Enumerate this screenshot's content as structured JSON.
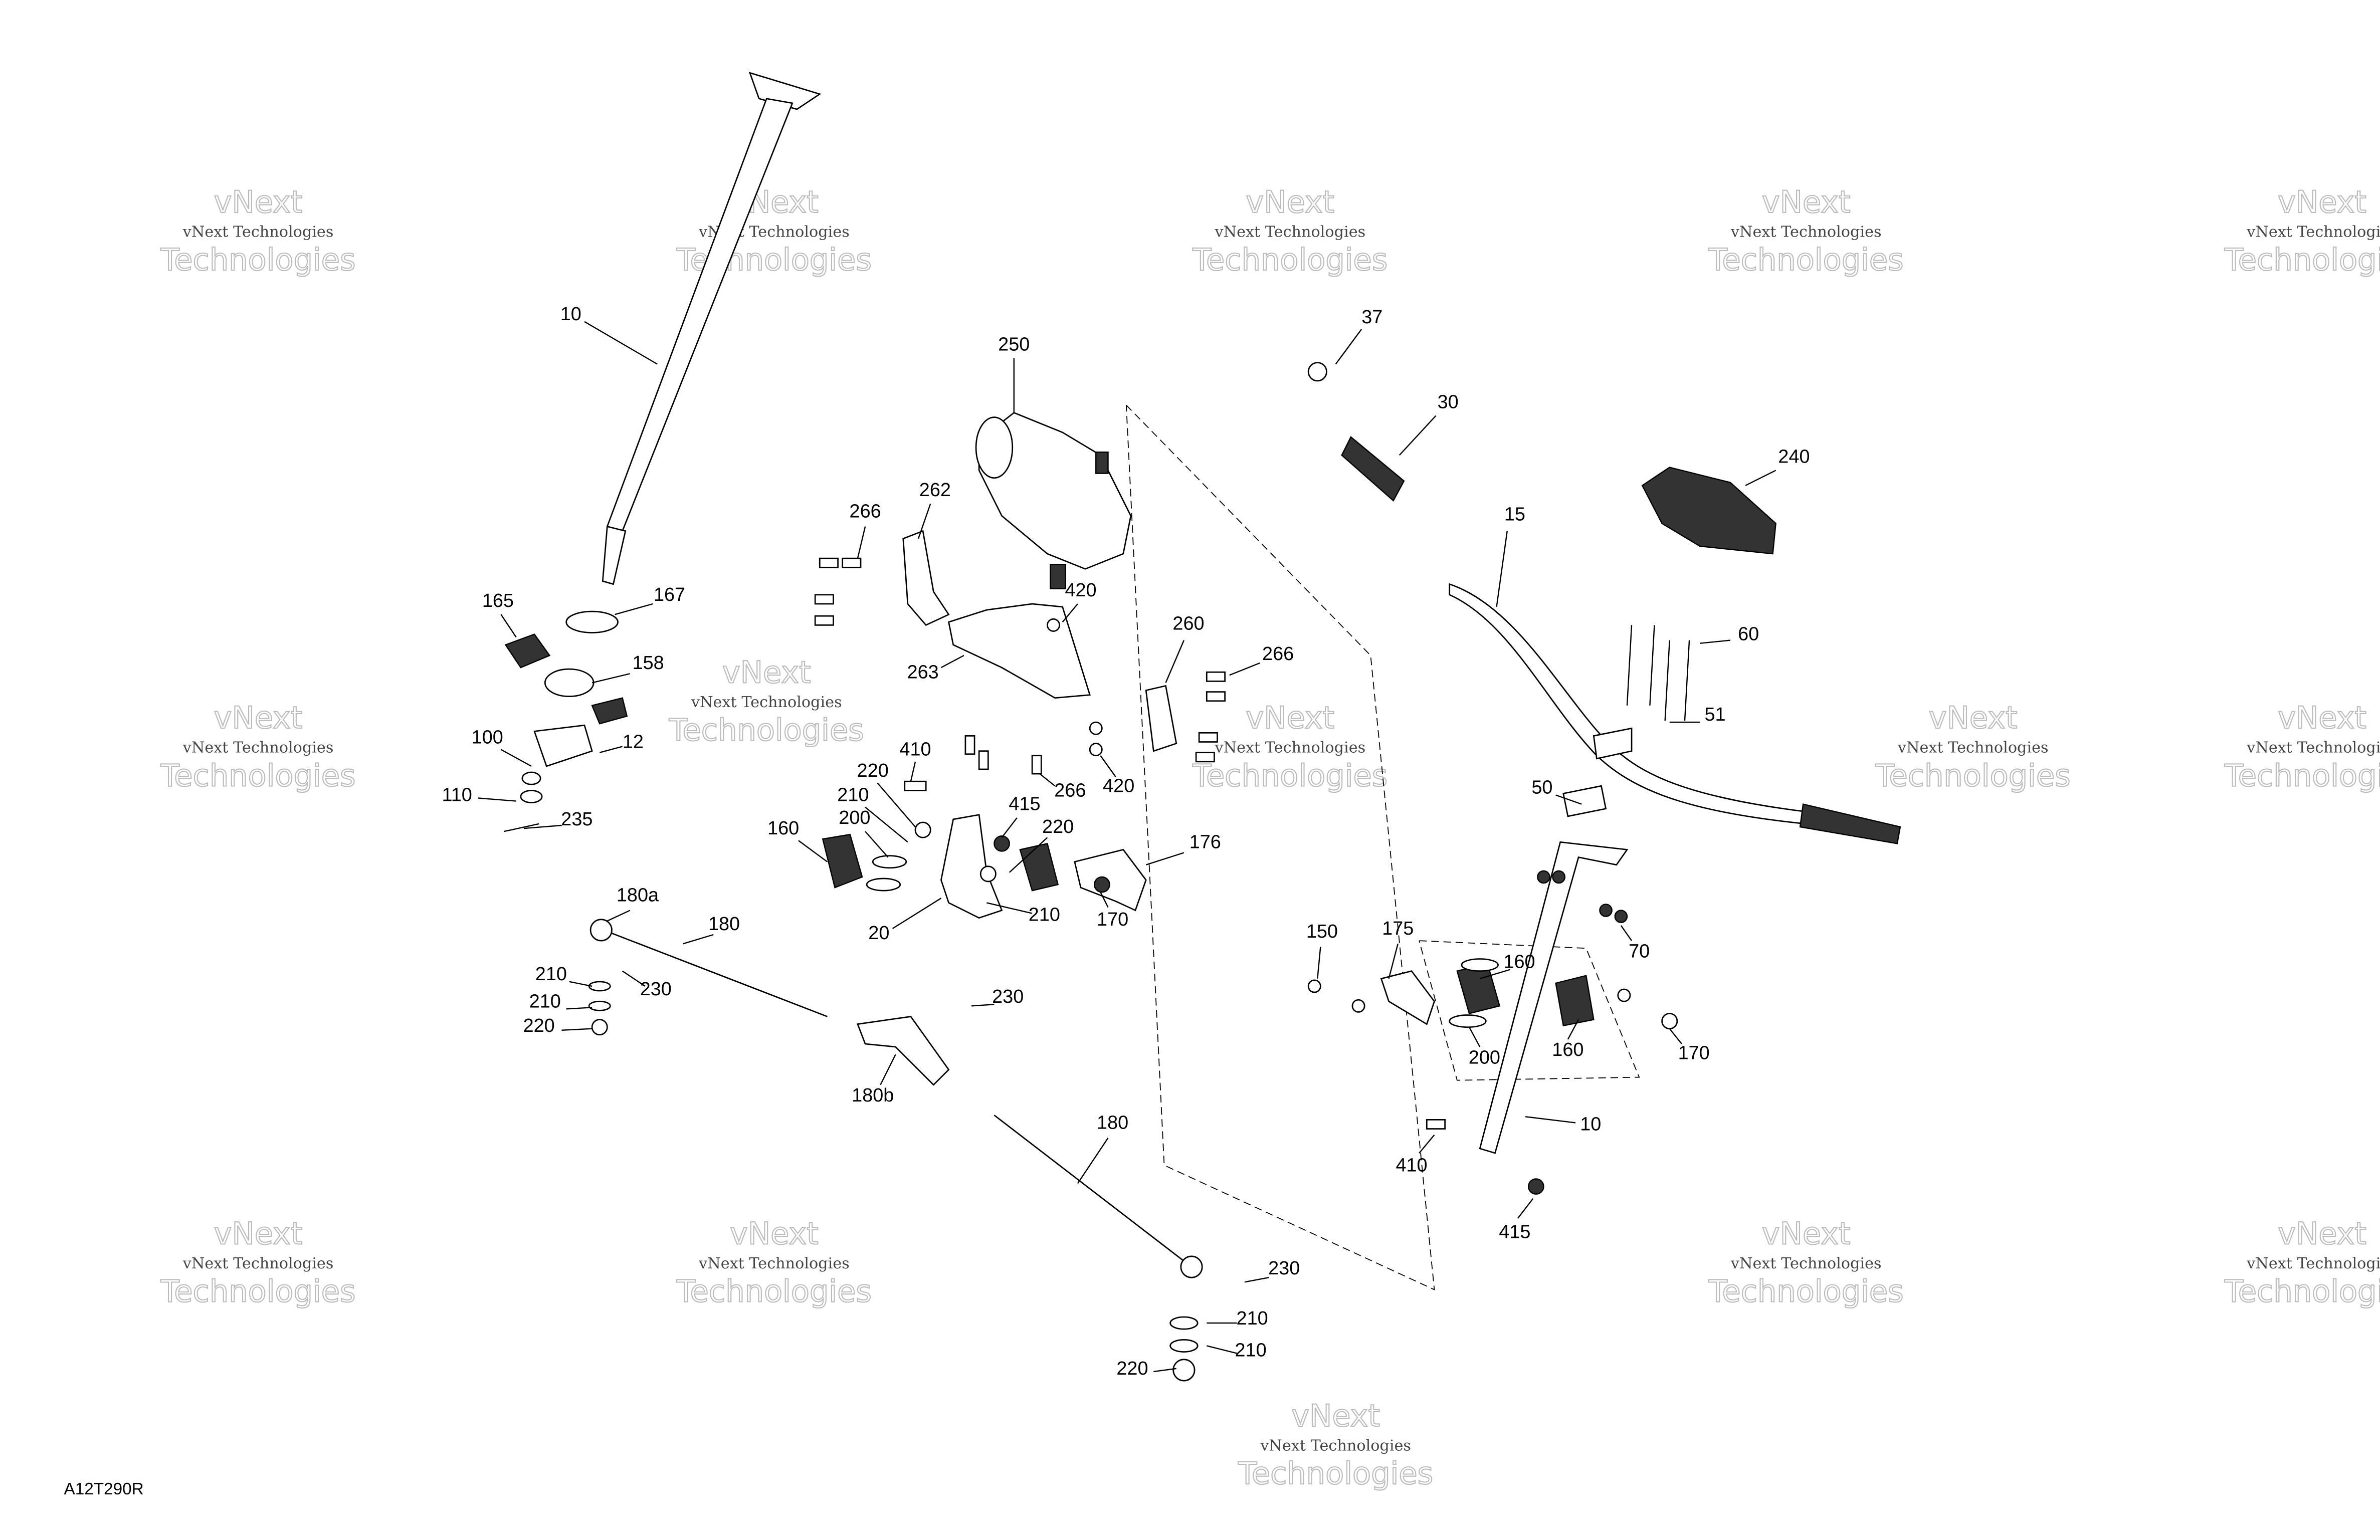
{
  "diagram": {
    "reference_code": "A12T290R",
    "watermark": {
      "line1": "vNext Technologies",
      "line2": "vNext",
      "line3": "Technologies"
    },
    "callouts": [
      "10",
      "250",
      "37",
      "30",
      "240",
      "15",
      "262",
      "266",
      "167",
      "420",
      "165",
      "158",
      "60",
      "260",
      "266",
      "263",
      "51",
      "100",
      "12",
      "410",
      "220",
      "420",
      "266",
      "50",
      "110",
      "210",
      "415",
      "235",
      "200",
      "220",
      "160",
      "176",
      "180a",
      "180",
      "70",
      "20",
      "210",
      "170",
      "150",
      "175",
      "160",
      "210",
      "230",
      "230",
      "210",
      "170",
      "160",
      "200",
      "220",
      "180b",
      "180",
      "10",
      "410",
      "415",
      "230",
      "210",
      "210",
      "220"
    ]
  }
}
